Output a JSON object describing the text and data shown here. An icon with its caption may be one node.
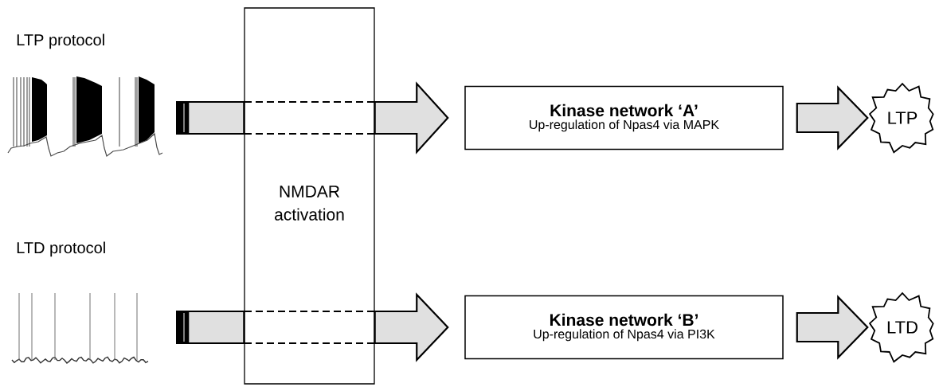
{
  "diagram": {
    "nodes": [
      {
        "text": [
          "LTP protocol"
        ]
      },
      {
        "text": [
          "LTD protocol"
        ]
      },
      {
        "text": [
          "NMDAR activation"
        ]
      },
      {
        "text": [
          "Kinase network ‘A’",
          "Up-regulation of Npas4 via MAPK"
        ]
      },
      {
        "text": [
          "Kinase network ‘B’",
          "Up-regulation of Npas4 via PI3K"
        ]
      },
      {
        "text": [
          "LTP"
        ]
      },
      {
        "text": [
          "LTD"
        ]
      }
    ],
    "edges": [
      {
        "from": 0,
        "to": 2,
        "arrow": "none"
      },
      {
        "from": 2,
        "to": 3,
        "arrow": "to"
      },
      {
        "from": 1,
        "to": 2,
        "arrow": "none"
      },
      {
        "from": 2,
        "to": 4,
        "arrow": "to"
      },
      {
        "from": 3,
        "to": 5,
        "arrow": "to"
      },
      {
        "from": 4,
        "to": 6,
        "arrow": "to"
      }
    ]
  }
}
